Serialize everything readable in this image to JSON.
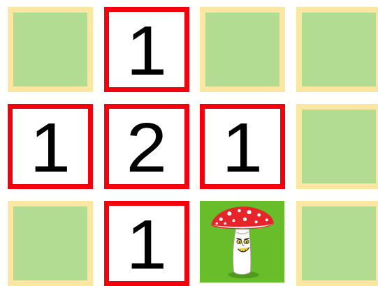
{
  "board": {
    "rows": 3,
    "cols": 4,
    "cells": [
      [
        {
          "state": "hidden",
          "label": ""
        },
        {
          "state": "revealed",
          "label": "1"
        },
        {
          "state": "hidden",
          "label": ""
        },
        {
          "state": "hidden",
          "label": ""
        }
      ],
      [
        {
          "state": "revealed",
          "label": "1"
        },
        {
          "state": "revealed",
          "label": "2"
        },
        {
          "state": "revealed",
          "label": "1"
        },
        {
          "state": "hidden",
          "label": ""
        }
      ],
      [
        {
          "state": "hidden",
          "label": ""
        },
        {
          "state": "revealed",
          "label": "1"
        },
        {
          "state": "mine",
          "label": "",
          "icon": "mushroom-icon"
        },
        {
          "state": "hidden",
          "label": ""
        }
      ]
    ]
  },
  "colors": {
    "hidden_fill": "#b3dc93",
    "hidden_border": "#fbe6a2",
    "revealed_border": "#f4000d",
    "mine_background": "#69bd2a",
    "mushroom_cap": "#e8242b"
  }
}
